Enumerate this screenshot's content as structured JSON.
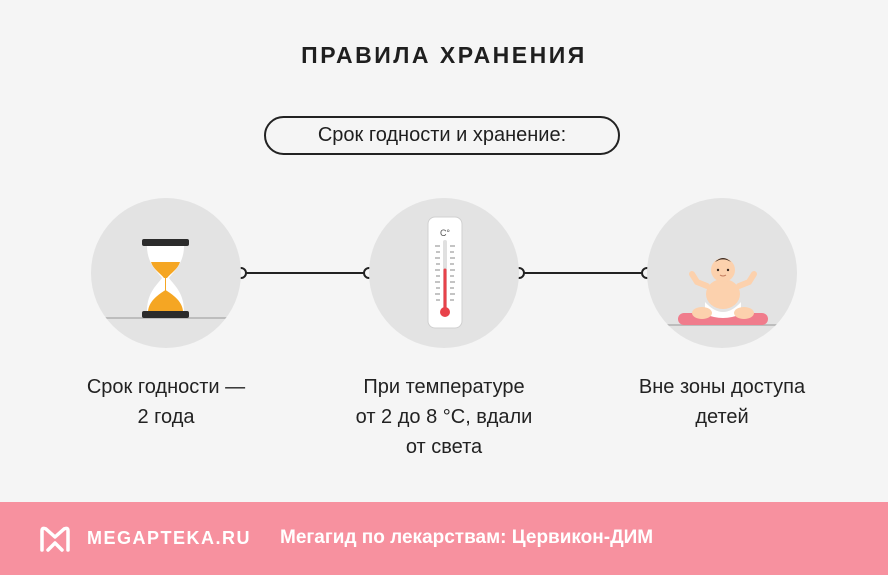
{
  "title": "ПРАВИЛА ХРАНЕНИЯ",
  "subtitle": "Срок годности и хранение:",
  "items": [
    {
      "icon": "hourglass-icon",
      "line1": "Срок годности —",
      "line2": "2 года",
      "line3": ""
    },
    {
      "icon": "thermometer-icon",
      "line1": "При температуре",
      "line2": "от 2 до 8 °С, вдали",
      "line3": "от света"
    },
    {
      "icon": "baby-icon",
      "line1": "Вне зоны доступа",
      "line2": "детей",
      "line3": ""
    }
  ],
  "thermometer_unit": "С°",
  "footer": {
    "brand": "MEGAPTEKA.RU",
    "guide": "Мегагид по лекарствам: Цервикон-ДИМ"
  },
  "colors": {
    "footer_bg": "#f7919f",
    "circle_bg": "#e3e3e3",
    "accent_orange": "#f5a623",
    "accent_red": "#e8424a"
  }
}
